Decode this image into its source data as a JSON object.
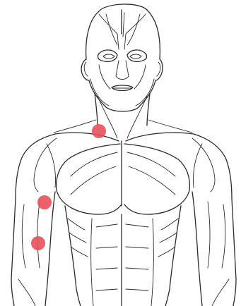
{
  "figure": {
    "subject": "front-view-muscular-torso-line-drawing",
    "line_color": "#2b2b2b",
    "background_color": "#ffffff"
  },
  "markers": {
    "color": "#e8505b",
    "count": 3,
    "locations": [
      "upper-chest-near-clavicle",
      "upper-arm-deltoid",
      "mid-upper-arm"
    ]
  }
}
